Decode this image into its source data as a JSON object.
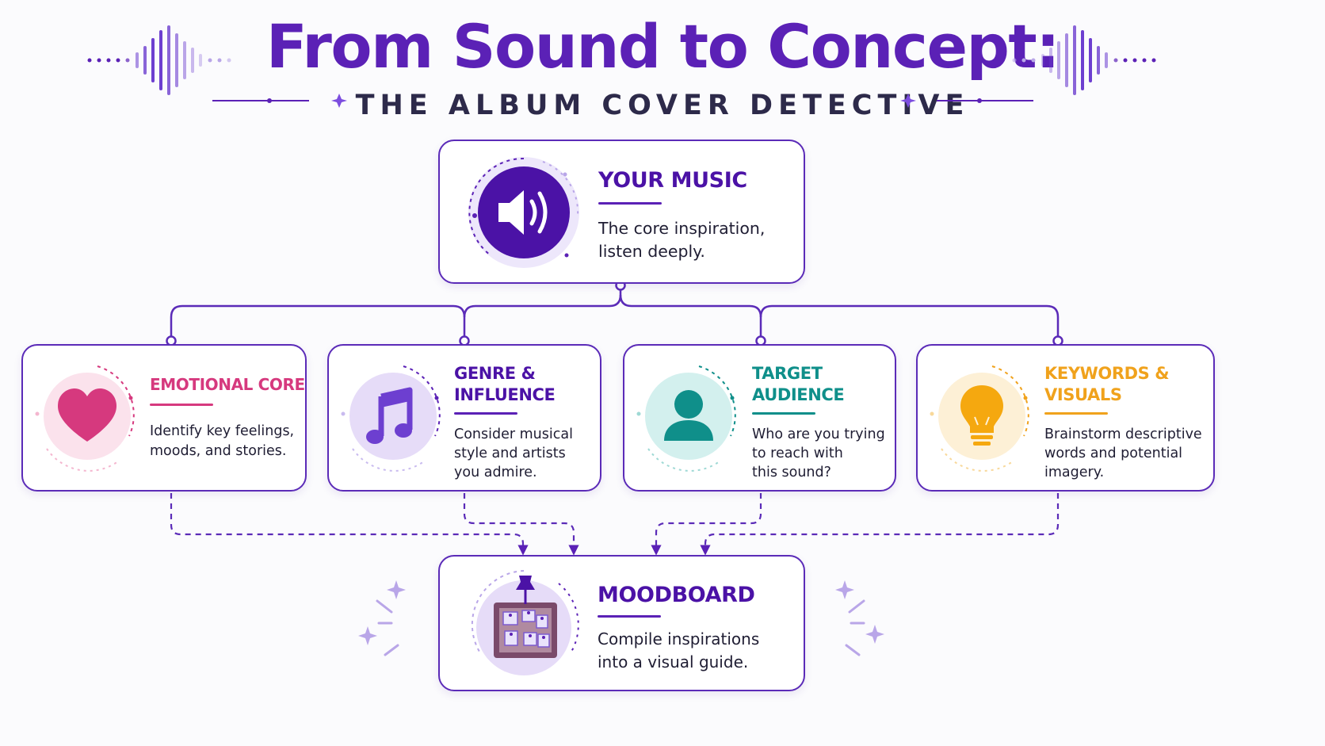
{
  "header": {
    "title": "From Sound to Concept:",
    "subtitle": "THE ALBUM COVER DETECTIVE"
  },
  "nodes": {
    "music": {
      "title": "YOUR MUSIC",
      "desc_line1": "The core inspiration,",
      "desc_line2": "listen deeply.",
      "icon": "speaker-icon"
    },
    "emotional": {
      "title": "EMOTIONAL CORE",
      "desc_line1": "Identify key feelings,",
      "desc_line2": "moods, and stories.",
      "icon": "heart-icon"
    },
    "genre": {
      "title_line1": "GENRE &",
      "title_line2": "INFLUENCE",
      "desc_line1": "Consider musical",
      "desc_line2": "style and artists",
      "desc_line3": "you admire.",
      "icon": "music-note-icon"
    },
    "audience": {
      "title_line1": "TARGET",
      "title_line2": "AUDIENCE",
      "desc_line1": "Who are you trying",
      "desc_line2": "to reach with",
      "desc_line3": "this sound?",
      "icon": "person-icon"
    },
    "keywords": {
      "title_line1": "KEYWORDS &",
      "title_line2": "VISUALS",
      "desc_line1": "Brainstorm descriptive",
      "desc_line2": "words and potential",
      "desc_line3": "imagery.",
      "icon": "lightbulb-icon"
    },
    "moodboard": {
      "title": "MOODBOARD",
      "desc_line1": "Compile inspirations",
      "desc_line2": "into a visual guide.",
      "icon": "pinboard-icon"
    }
  },
  "colors": {
    "primary": "#5b21b6",
    "emotional": "#d6397e",
    "genre": "#5b21b6",
    "audience": "#0f8f8a",
    "keywords": "#f0a21c"
  }
}
